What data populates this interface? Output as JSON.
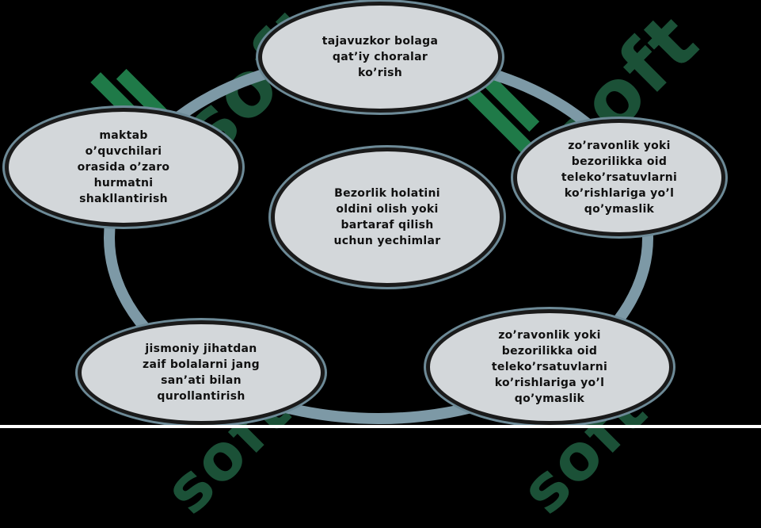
{
  "diagram": {
    "center": {
      "text": "Bezorlik holatini\noldini olish yoki\nbartaraf qilish\nuchun yechimlar"
    },
    "nodes": [
      {
        "id": "top",
        "text": "tajavuzkor bolaga\nqat’iy choralar\nko’rish"
      },
      {
        "id": "right",
        "text": "zo’ravonlik yoki\nbezorilikka oid\nteleko’rsatuvlarni\nko’rishlariga yo’l\nqo’ymaslik"
      },
      {
        "id": "bottom-right",
        "text": "zo’ravonlik yoki\nbezorilikka oid\nteleko’rsatuvlarni\nko’rishlariga yo’l\nqo’ymaslik"
      },
      {
        "id": "bottom-left",
        "text": "jismoniy jihatdan\nzaif bolalarni jang\nsan’ati bilan\nqurollantirish"
      },
      {
        "id": "left",
        "text": "maktab\no’quvchilari\norasida o’zaro\nhurmatni\nshakllantirish"
      }
    ]
  },
  "watermark": {
    "text": "soft"
  },
  "colors": {
    "background": "#000000",
    "ellipse_fill": "#d3d7da",
    "ring": "#7d99a6",
    "watermark": "#1f5a3e"
  }
}
